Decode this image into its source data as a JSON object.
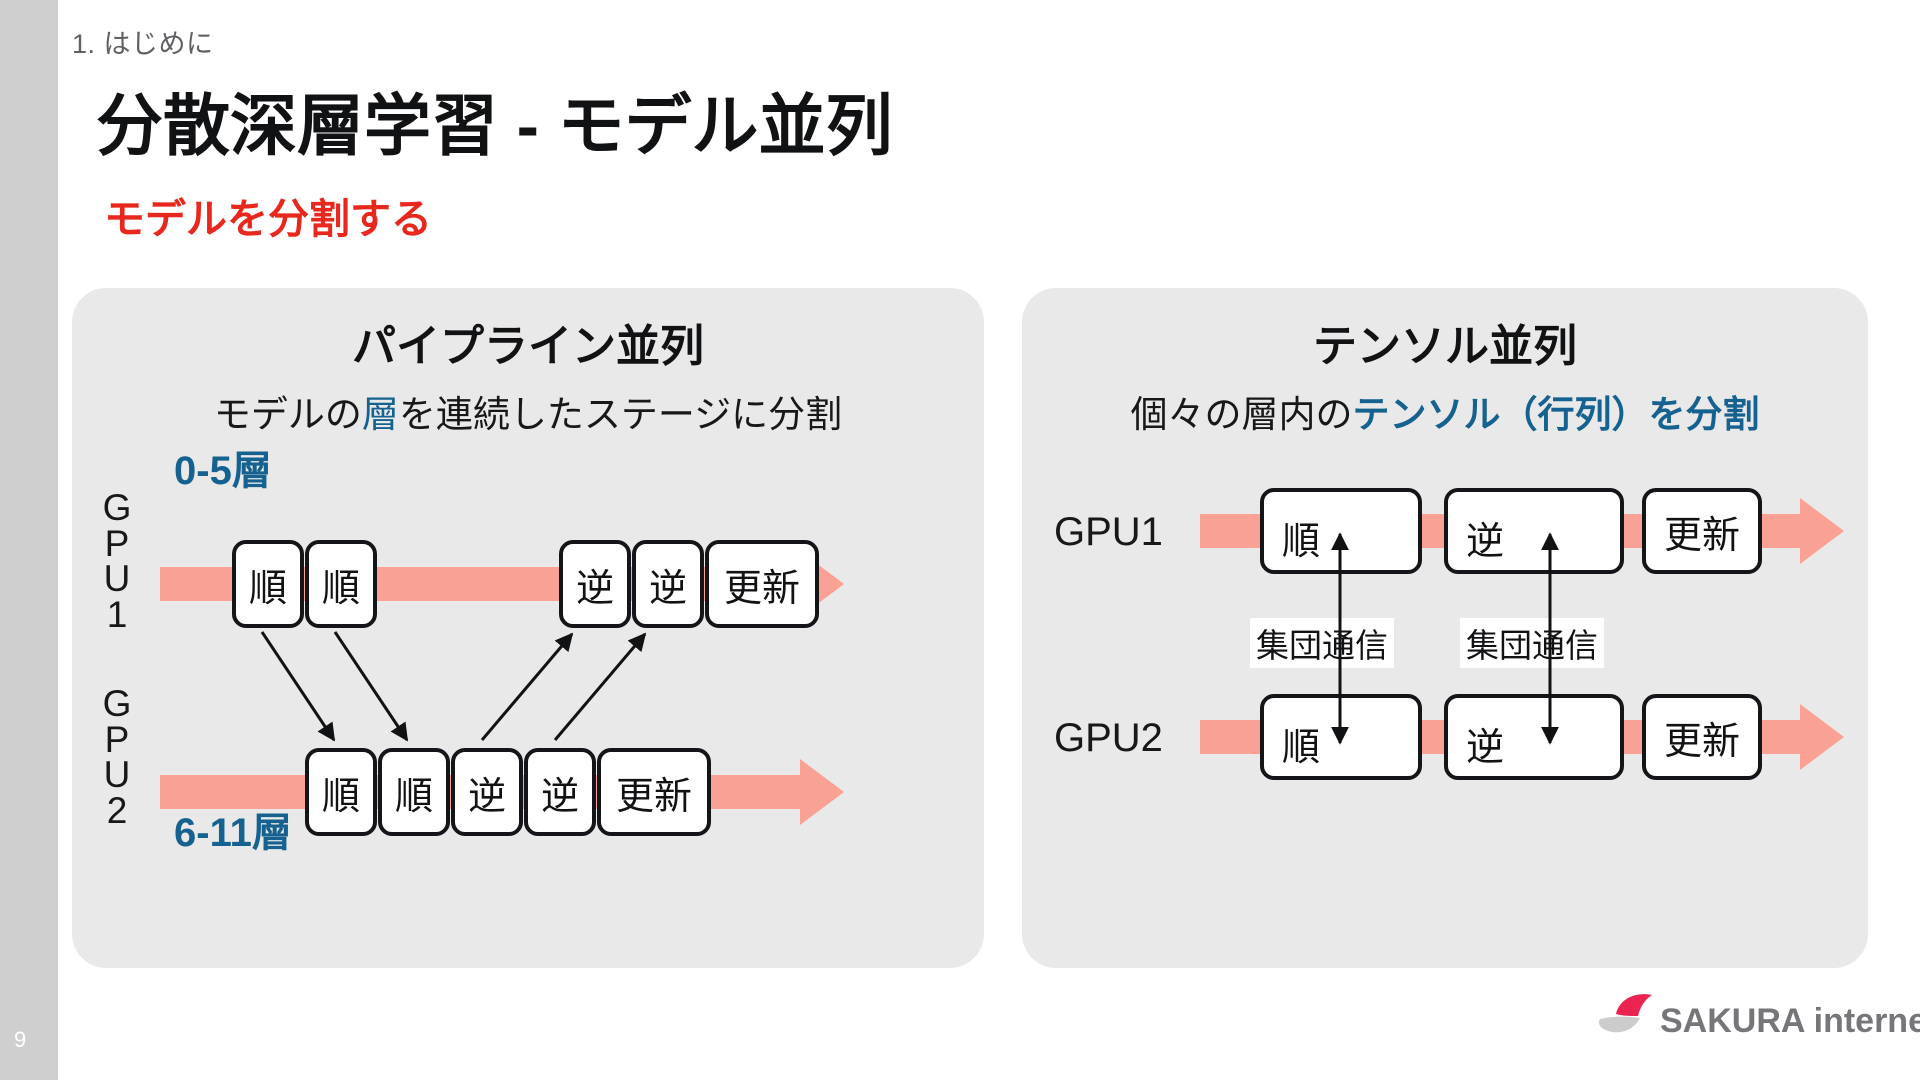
{
  "slide": {
    "page_number": "9",
    "eyebrow": "1. はじめに",
    "title": "分散深層学習 - モデル並列",
    "subtitle": "モデルを分割する",
    "accent_red": "#e8271d",
    "accent_blue": "#15618f",
    "panel_bg": "#e9e9e9",
    "track_pink": "#f9a195",
    "rail_gray": "#cfcfcf"
  },
  "panels": [
    {
      "id": "pipeline",
      "title": "パイプライン並列",
      "subtitle_parts": [
        {
          "text": "モデルの",
          "highlight": false
        },
        {
          "text": "層",
          "highlight": true
        },
        {
          "text": "を連続したステージに分割",
          "highlight": false
        }
      ],
      "rows": [
        {
          "gpu_label": "GPU1",
          "gpu_label_chars": [
            "G",
            "P",
            "U",
            "1"
          ],
          "layer_tag": "0-5層",
          "layer_tag_position": "above",
          "boxes": [
            "順",
            "順",
            "逆",
            "逆",
            "更新"
          ]
        },
        {
          "gpu_label": "GPU2",
          "gpu_label_chars": [
            "G",
            "P",
            "U",
            "2"
          ],
          "layer_tag": "6-11層",
          "layer_tag_position": "below",
          "boxes": [
            "順",
            "順",
            "逆",
            "逆",
            "更新"
          ]
        }
      ]
    },
    {
      "id": "tensor",
      "title": "テンソル並列",
      "subtitle_parts": [
        {
          "text": "個々の層内の",
          "highlight": false
        },
        {
          "text": "テンソル（行列）を分割",
          "highlight": true
        }
      ],
      "rows": [
        {
          "gpu_label": "GPU1",
          "boxes": [
            "順",
            "逆",
            "更新"
          ]
        },
        {
          "gpu_label": "GPU2",
          "boxes": [
            "順",
            "逆",
            "更新"
          ]
        }
      ],
      "comm_labels": [
        "集団通信",
        "集団通信"
      ]
    }
  ],
  "footer": {
    "logo_text": "SAKURA internet",
    "logo_petal_red": "#eb2351",
    "logo_petal_gray": "#cccccc"
  }
}
